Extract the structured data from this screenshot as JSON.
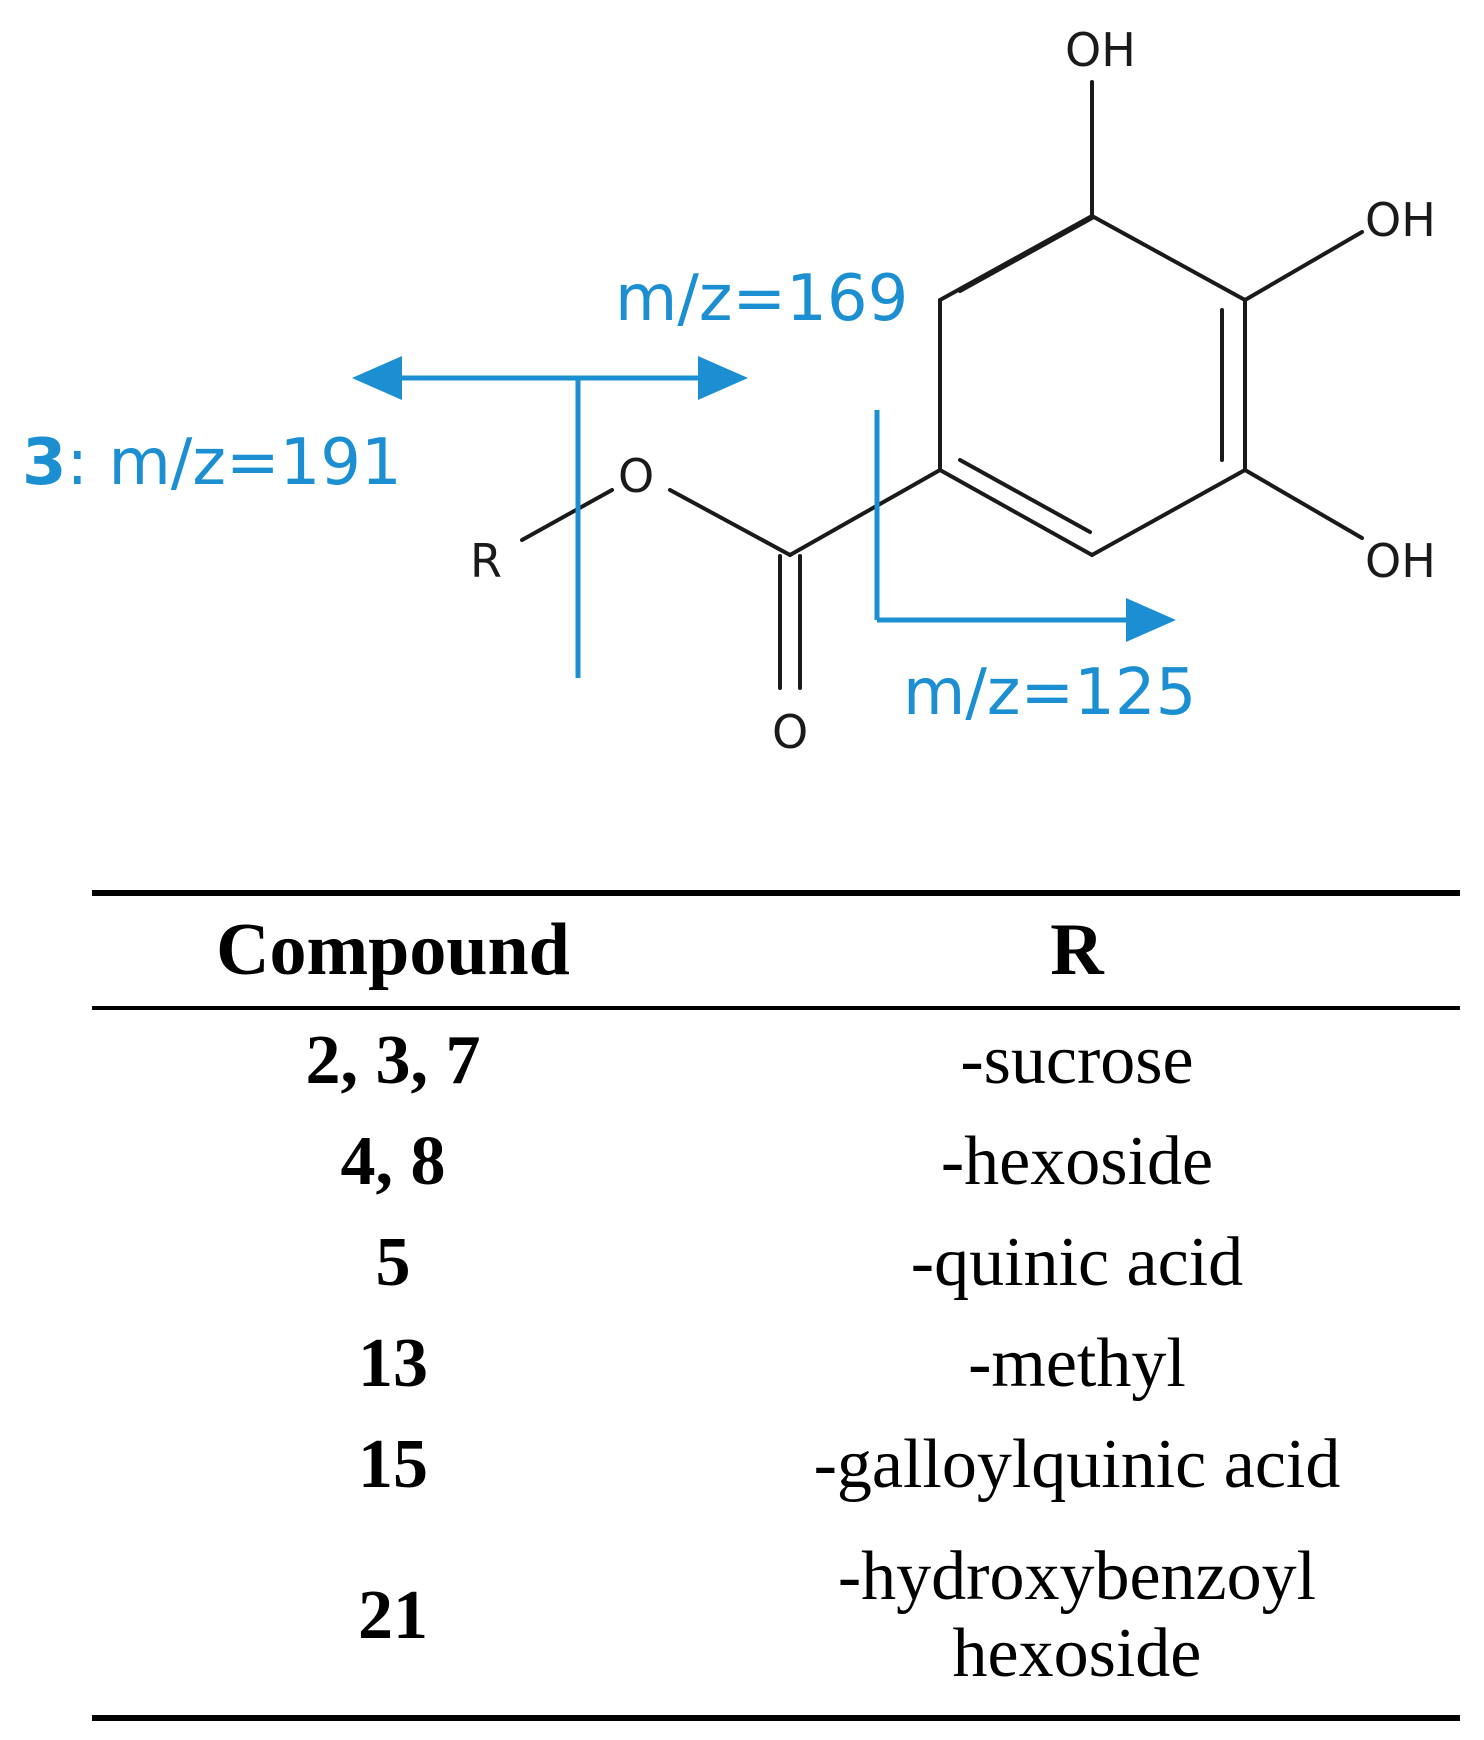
{
  "structure": {
    "atoms": {
      "oh_top": "OH",
      "oh_right": "OH",
      "oh_bottom": "OH",
      "ester_o": "O",
      "carbonyl_o": "O",
      "r_group": "R"
    },
    "fragments": {
      "left_compound": "3",
      "left_separator": ":",
      "left_mz": " m/z=191",
      "mid_mz": "m/z=169",
      "right_mz": "m/z=125"
    },
    "accent_color": "#1b8fd1",
    "bond_color": "#1a1a1a"
  },
  "table": {
    "headers": {
      "compound": "Compound",
      "r": "R"
    },
    "rows": [
      {
        "compound": "2, 3, 7",
        "r": "-sucrose"
      },
      {
        "compound": "4, 8",
        "r": "-hexoside"
      },
      {
        "compound": "5",
        "r": "-quinic acid"
      },
      {
        "compound": "13",
        "r": "-methyl"
      },
      {
        "compound": "15",
        "r": "-galloylquinic acid"
      },
      {
        "compound": "21",
        "r_line1": "-hydroxybenzoyl",
        "r_line2": "hexoside"
      }
    ]
  }
}
